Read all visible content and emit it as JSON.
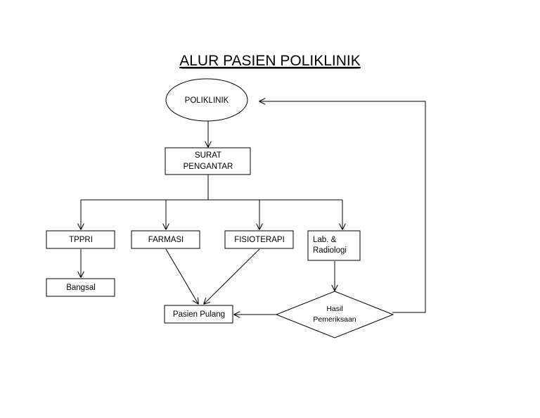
{
  "diagram": {
    "title": "ALUR PASIEN POLIKLINIK",
    "nodes": {
      "poliklinik": "POLIKLINIK",
      "surat_pengantar": [
        "SURAT",
        "PENGANTAR"
      ],
      "tppri": "TPPRI",
      "farmasi": "FARMASI",
      "fisioterapi": "FISIOTERAPI",
      "lab_radiologi": [
        "Lab. &",
        "Radiologi"
      ],
      "bangsal": "Bangsal",
      "pasien_pulang": "Pasien Pulang",
      "hasil_pemeriksaan": [
        "Hasil",
        "Pemeriksaan"
      ]
    },
    "edges": [
      [
        "POLIKLINIK",
        "SURAT PENGANTAR"
      ],
      [
        "SURAT PENGANTAR",
        "TPPRI"
      ],
      [
        "SURAT PENGANTAR",
        "FARMASI"
      ],
      [
        "SURAT PENGANTAR",
        "FISIOTERAPI"
      ],
      [
        "SURAT PENGANTAR",
        "Lab. & Radiologi"
      ],
      [
        "TPPRI",
        "Bangsal"
      ],
      [
        "FARMASI",
        "Pasien Pulang"
      ],
      [
        "FISIOTERAPI",
        "Pasien Pulang"
      ],
      [
        "Lab. & Radiologi",
        "Hasil Pemeriksaan"
      ],
      [
        "Hasil Pemeriksaan",
        "Pasien Pulang"
      ],
      [
        "Hasil Pemeriksaan",
        "POLIKLINIK"
      ]
    ]
  }
}
